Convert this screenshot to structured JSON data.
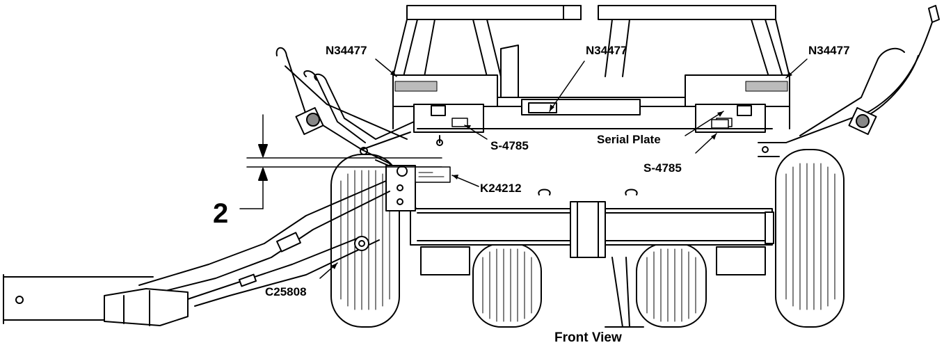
{
  "labels": {
    "decal_top_left": "N34477",
    "decal_top_center": "N34477",
    "decal_top_right": "N34477",
    "decal_s_left": "S-4785",
    "decal_s_right": "S-4785",
    "serial_plate": "Serial Plate",
    "decal_k": "K24212",
    "decal_c": "C25808",
    "dimension_callout": "2",
    "view_caption": "Front View"
  }
}
